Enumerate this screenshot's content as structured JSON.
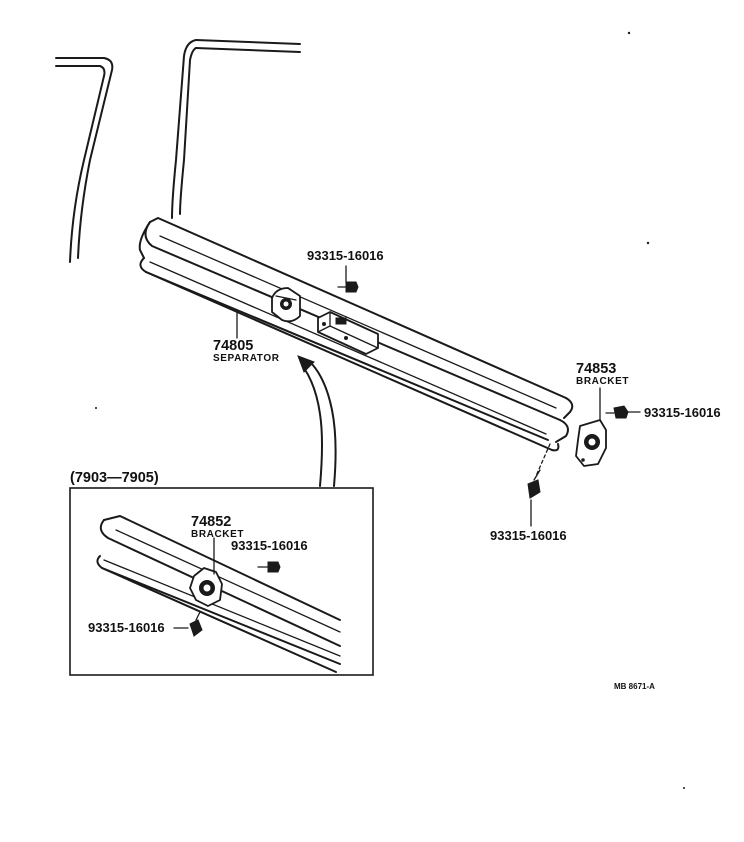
{
  "main_assembly": {
    "separator_number": "74805",
    "separator_name": "SEPARATOR",
    "bracket_number": "74853",
    "bracket_name": "BRACKET",
    "screw_top": "93315-16016",
    "screw_right": "93315-16016",
    "screw_bottom": "93315-16016"
  },
  "inset": {
    "period": "(7903—7905)",
    "bracket_number": "74852",
    "bracket_name": "BRACKET",
    "screw_upper": "93315-16016",
    "screw_lower": "93315-16016"
  },
  "reference": "MB 8671-A"
}
